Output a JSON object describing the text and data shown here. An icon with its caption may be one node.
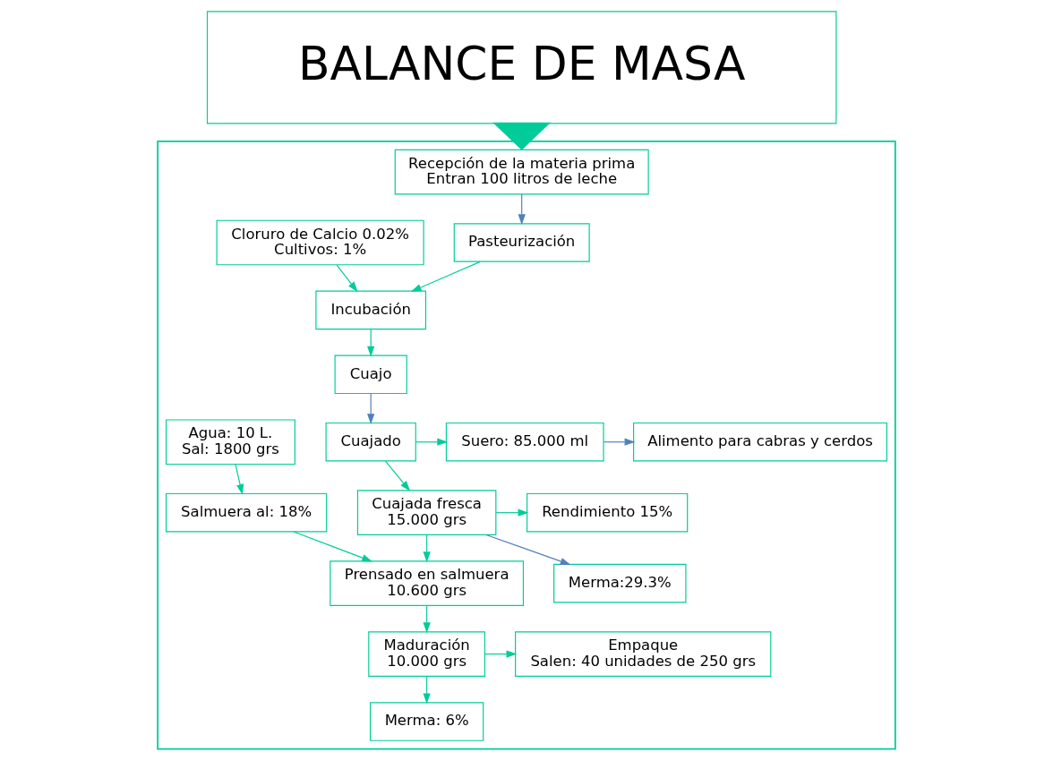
{
  "diagram": {
    "nodes": [
      {
        "text": [
          "BALANCE DE MASA"
        ]
      },
      {
        "text": [],
        "shape": "box"
      },
      {
        "text": [
          "Recepción de la materia prima",
          "Entran 100 litros de leche"
        ],
        "in": 1
      },
      {
        "text": [
          "Incubación"
        ],
        "in": 1
      },
      {
        "text": [
          "Cloruro de Calcio 0.02%",
          "Cultivos: 1%"
        ],
        "in": 1
      },
      {
        "text": [
          "Pasteurización"
        ],
        "in": 1
      },
      {
        "text": [
          "Cuajo"
        ],
        "in": 1
      },
      {
        "text": [
          "Cuajado"
        ],
        "in": 1
      },
      {
        "text": [
          "Suero: 85.000 ml"
        ],
        "in": 1
      },
      {
        "text": [
          "Alimento para cabras y cerdos"
        ],
        "in": 1
      },
      {
        "text": [
          "Merma:29.3%"
        ],
        "in": 1
      },
      {
        "text": [
          "Cuajada fresca",
          "15.000 grs"
        ],
        "in": 1
      },
      {
        "text": [
          "Rendimiento 15%"
        ],
        "in": 1
      },
      {
        "text": [
          "Prensado en salmuera",
          "10.600 grs"
        ],
        "in": 1
      },
      {
        "text": [
          "Salmuera al: 18%"
        ],
        "in": 1
      },
      {
        "text": [
          "Agua: 10 L.",
          "Sal: 1800 grs"
        ],
        "in": 1
      },
      {
        "text": [
          "Merma: 6%"
        ],
        "in": 1
      },
      {
        "text": [
          "Maduración",
          "10.000 grs"
        ],
        "in": 1
      },
      {
        "text": [
          "Empaque",
          "Salen: 40 unidades de 250 grs"
        ],
        "in": 1
      }
    ],
    "edges": [
      {
        "from": 0,
        "to": 1,
        "arrow": "to",
        "style": "thick"
      },
      {
        "from": 2,
        "to": 5,
        "arrow": "to",
        "color": "#4f81bd"
      },
      {
        "from": 5,
        "to": 3,
        "arrow": "to"
      },
      {
        "from": 4,
        "to": 3,
        "arrow": "to"
      },
      {
        "from": 3,
        "to": 6,
        "arrow": "to"
      },
      {
        "from": 6,
        "to": 7,
        "arrow": "to",
        "color": "#4f81bd"
      },
      {
        "from": 7,
        "to": 8,
        "arrow": "to"
      },
      {
        "from": 8,
        "to": 9,
        "arrow": "to",
        "color": "#4f81bd"
      },
      {
        "from": 7,
        "to": 11,
        "arrow": "to"
      },
      {
        "from": 11,
        "to": 10,
        "arrow": "to",
        "color": "#4f81bd"
      },
      {
        "from": 11,
        "to": 12,
        "arrow": "to"
      },
      {
        "from": 11,
        "to": 13,
        "arrow": "to"
      },
      {
        "from": 14,
        "to": 13,
        "arrow": "to"
      },
      {
        "from": 15,
        "to": 14,
        "arrow": "to"
      },
      {
        "from": 13,
        "to": 17,
        "arrow": "to"
      },
      {
        "from": 17,
        "to": 16,
        "arrow": "to"
      },
      {
        "from": 17,
        "to": 18,
        "arrow": "to"
      }
    ]
  }
}
